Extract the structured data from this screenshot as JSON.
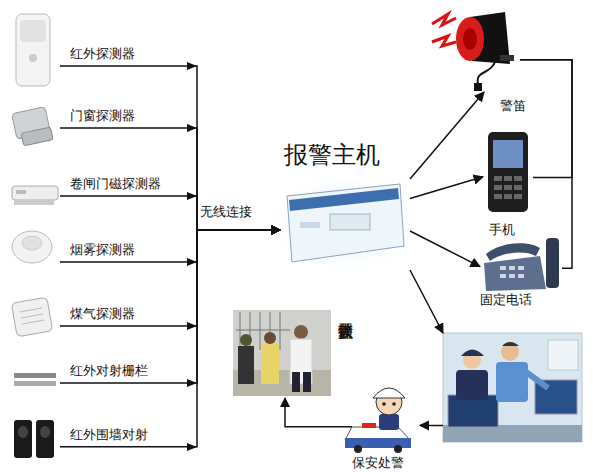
{
  "diagram": {
    "nodes": [
      {
        "text": [
          "红外探测器"
        ]
      },
      {
        "text": [
          "门窗探测器"
        ]
      },
      {
        "text": [
          "卷闸门磁探测器"
        ]
      },
      {
        "text": [
          "烟雾探测器"
        ]
      },
      {
        "text": [
          "煤气探测器"
        ]
      },
      {
        "text": [
          "红外对射栅栏"
        ]
      },
      {
        "text": [
          "红外围墙对射"
        ]
      },
      {
        "text": [
          "报警主机"
        ]
      },
      {
        "text": [
          "警笛"
        ]
      },
      {
        "text": [
          "手机"
        ]
      },
      {
        "text": [
          "固定电话"
        ]
      },
      {
        "text": []
      },
      {
        "text": [
          "保安处警"
        ]
      },
      {
        "text": [
          "抓获开锁大盗"
        ]
      }
    ],
    "edges": [
      {
        "from": 0,
        "to": 7,
        "arrow": "to"
      },
      {
        "from": 1,
        "to": 7,
        "arrow": "to"
      },
      {
        "from": 2,
        "to": 7,
        "arrow": "to"
      },
      {
        "from": 3,
        "to": 7,
        "arrow": "to"
      },
      {
        "from": 4,
        "to": 7,
        "arrow": "to"
      },
      {
        "from": 5,
        "to": 7,
        "arrow": "to"
      },
      {
        "from": 6,
        "to": 7,
        "arrow": "to"
      },
      {
        "from": 7,
        "to": 8,
        "arrow": "to"
      },
      {
        "from": 7,
        "to": 9,
        "arrow": "to"
      },
      {
        "from": 7,
        "to": 10,
        "arrow": "to"
      },
      {
        "from": 7,
        "to": 11,
        "arrow": "to"
      },
      {
        "from": 8,
        "to": 9,
        "arrow": "none"
      },
      {
        "from": 8,
        "to": 10,
        "arrow": "none"
      },
      {
        "from": 11,
        "to": 12,
        "arrow": "to"
      },
      {
        "from": 12,
        "to": 13,
        "arrow": "to"
      }
    ],
    "labels": [
      "无线连接"
    ]
  }
}
